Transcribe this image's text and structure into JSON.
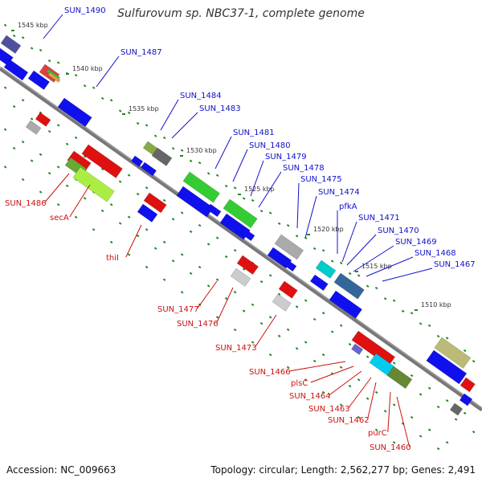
{
  "title": "Sulfurovum sp. NBC37-1, complete genome",
  "footer": {
    "accession": "Accession: NC_009663",
    "topology": "Topology: circular; Length: 2,562,277 bp; Genes: 2,491"
  },
  "scale_labels": [
    "1545 kbp",
    "1540 kbp",
    "1535 kbp",
    "1530 kbp",
    "1525 kbp",
    "1520 kbp",
    "1515 kbp",
    "1510 kbp"
  ],
  "forward_labels": [
    "SUN_1490",
    "SUN_1487",
    "SUN_1484",
    "SUN_1483",
    "SUN_1481",
    "SUN_1480",
    "SUN_1479",
    "SUN_1478",
    "SUN_1475",
    "SUN_1474",
    "pfkA",
    "SUN_1471",
    "SUN_1470",
    "SUN_1469",
    "SUN_1468",
    "SUN_1467"
  ],
  "reverse_labels": [
    "SUN_1486",
    "secA",
    "thiI",
    "SUN_1477",
    "SUN_1476",
    "SUN_1473",
    "SUN_1466",
    "plsC",
    "SUN_1464",
    "SUN_1463",
    "SUN_1462",
    "purC",
    "SUN_1460"
  ],
  "colors": {
    "forward": "#1010ee",
    "reverse": "#ee1010",
    "backbone": "#777777",
    "dots": "#228822"
  }
}
